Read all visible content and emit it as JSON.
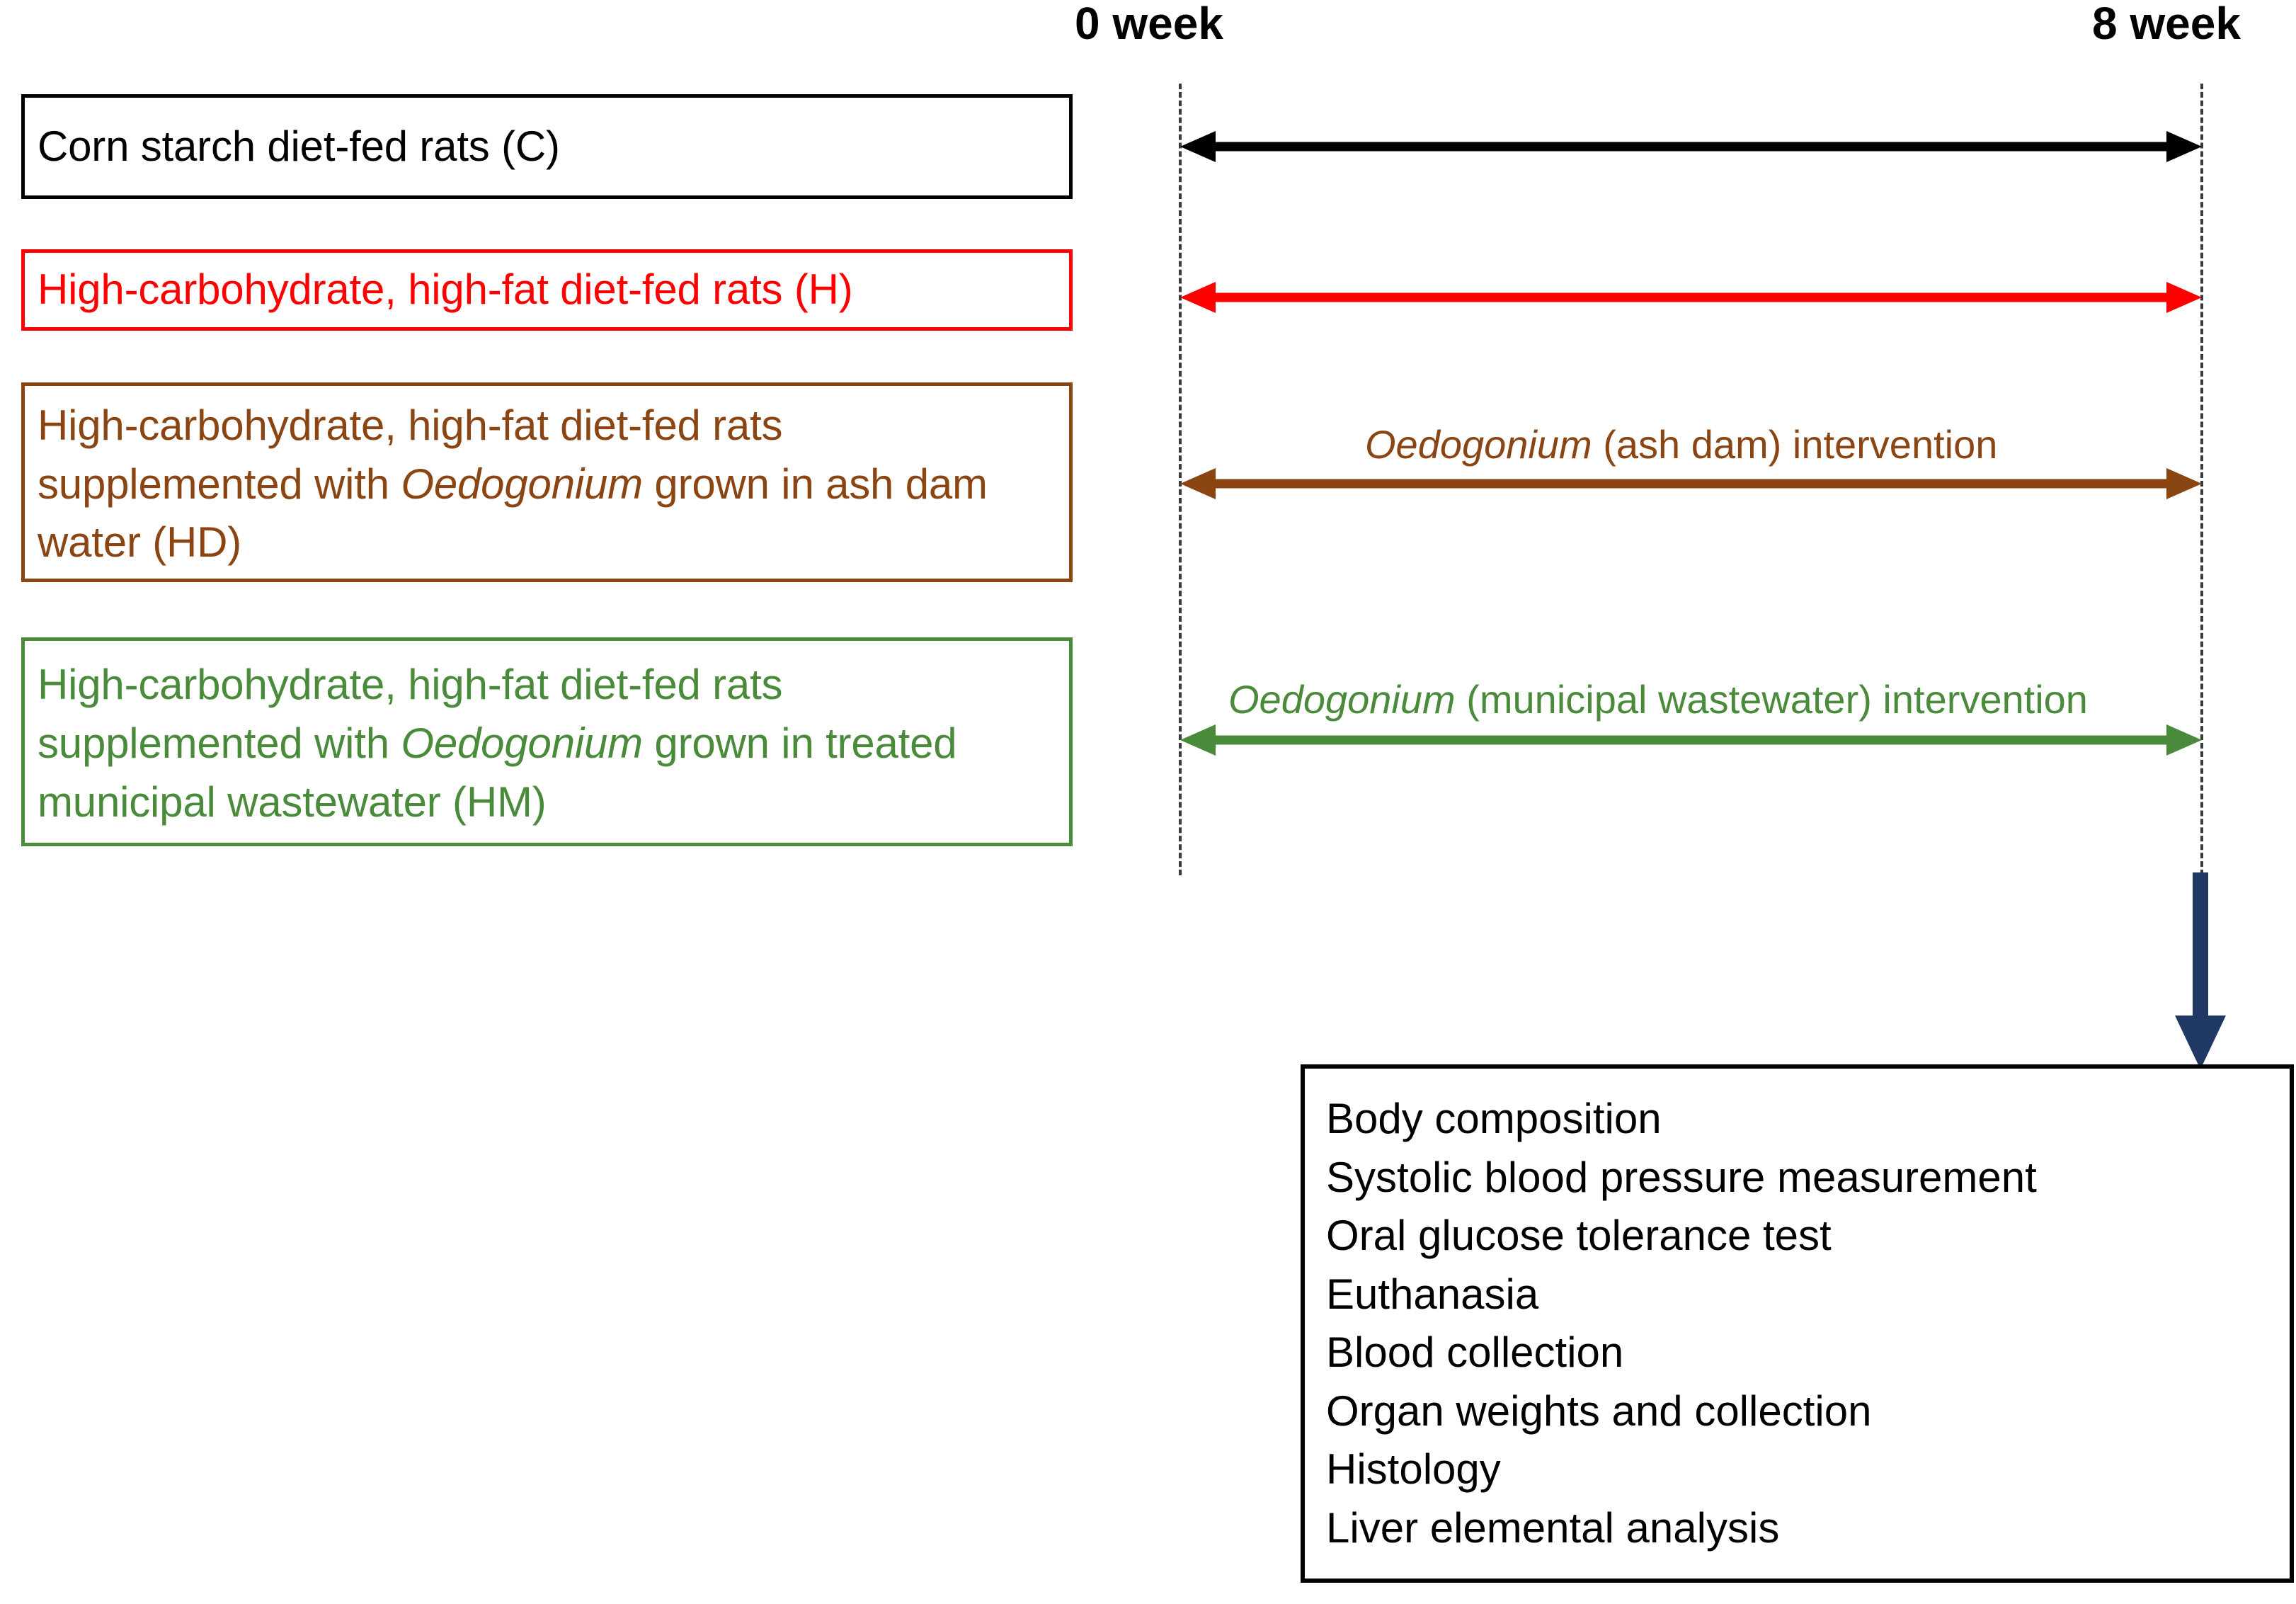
{
  "figure": {
    "type": "experimental-design-timeline",
    "title": "Rat dietary intervention study design"
  },
  "timeline": {
    "start_label": "0 week",
    "end_label": "8 week",
    "duration_weeks": 8
  },
  "groups": [
    {
      "id": "C",
      "code": "(C)",
      "label": "Corn starch diet-fed rats (C)",
      "color": "#000000",
      "arrow_caption": "",
      "arrow_caption_italic": ""
    },
    {
      "id": "H",
      "code": "(H)",
      "label": "High-carbohydrate, high-fat diet-fed rats (H)",
      "color": "#ff0000",
      "arrow_caption": "",
      "arrow_caption_italic": ""
    },
    {
      "id": "HD",
      "code": "(HD)",
      "label_part1": "High-carbohydrate, high-fat diet-fed rats supplemented with ",
      "label_italic": "Oedogonium",
      "label_part2": " grown in ash dam water (HD)",
      "color": "#8b4513",
      "arrow_caption_italic": "Oedogonium",
      "arrow_caption": " (ash dam) intervention"
    },
    {
      "id": "HM",
      "code": "(HM)",
      "label_part1": "High-carbohydrate, high-fat diet-fed rats supplemented with ",
      "label_italic": "Oedogonium",
      "label_part2": " grown in treated municipal wastewater (HM)",
      "color": "#4a8b3b",
      "arrow_caption_italic": "Oedogonium",
      "arrow_caption": " (municipal wastewater) intervention"
    }
  ],
  "endpoint": {
    "arrow_color": "#1f3864",
    "measurements": [
      "Body composition",
      "Systolic blood pressure measurement",
      "Oral glucose tolerance test",
      "Euthanasia",
      "Blood collection",
      "Organ weights and collection",
      "Histology",
      "Liver elemental analysis"
    ]
  },
  "colors": {
    "black": "#000000",
    "red": "#ff0000",
    "brown": "#8b4513",
    "green": "#4a8b3b",
    "navy": "#1f3864",
    "dashed_line": "#3a3a3a"
  }
}
